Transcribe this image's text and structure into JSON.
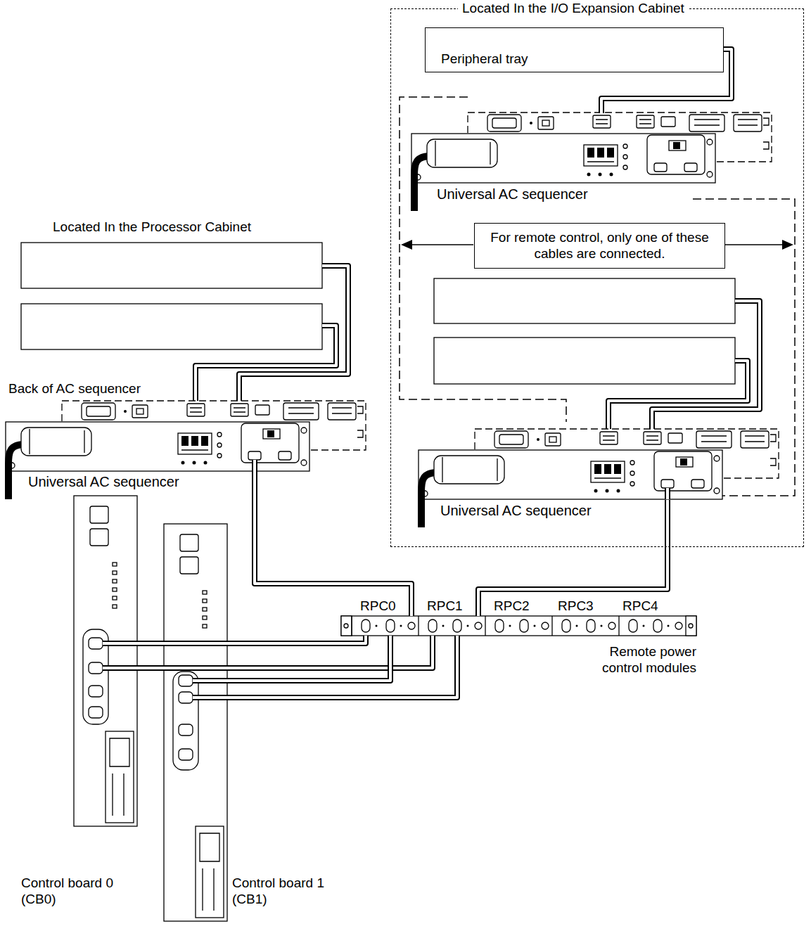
{
  "diagram": {
    "nodes": [
      {
        "text": [
          "Located In the I/O Expansion Cabinet"
        ]
      },
      {
        "text": [
          "Peripheral tray"
        ],
        "in": 0
      },
      {
        "text": [
          "Universal AC sequencer"
        ],
        "in": 0
      },
      {
        "text": [
          "For remote control, only one of these cables are connected."
        ],
        "in": 0
      },
      {
        "text": [
          "Universal AC sequencer"
        ],
        "in": 0
      },
      {
        "text": [
          "Universal AC sequencer"
        ]
      },
      {
        "text": [
          "Remote power control modules"
        ]
      },
      {
        "text": [
          "RPC0"
        ],
        "in": 6
      },
      {
        "text": [
          "RPC1"
        ],
        "in": 6
      },
      {
        "text": [
          "RPC2"
        ],
        "in": 6
      },
      {
        "text": [
          "RPC3"
        ],
        "in": 6
      },
      {
        "text": [
          "RPC4"
        ],
        "in": 6
      },
      {
        "text": [
          "Control board 0 (CB0)"
        ]
      },
      {
        "text": [
          "Control board 1 (CB1)"
        ]
      }
    ],
    "edges": [
      {
        "from": 1,
        "to": 2,
        "arrow": "none"
      },
      {
        "from": 5,
        "to": 7,
        "arrow": "none"
      },
      {
        "from": 4,
        "to": 8,
        "arrow": "none"
      },
      {
        "from": 12,
        "to": 7,
        "arrow": "none"
      },
      {
        "from": 12,
        "to": 8,
        "arrow": "none"
      },
      {
        "from": 13,
        "to": 7,
        "arrow": "none"
      },
      {
        "from": 13,
        "to": 8,
        "arrow": "none"
      }
    ],
    "labels": [
      "Located In the Processor Cabinet",
      "Back of AC sequencer"
    ]
  }
}
